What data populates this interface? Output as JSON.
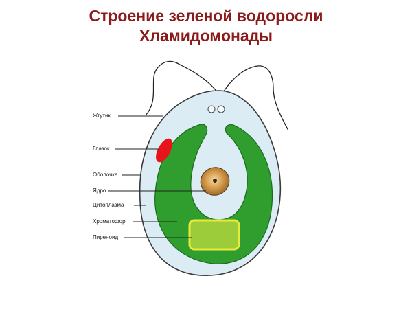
{
  "title": {
    "line1": "Строение зеленой водоросли",
    "line2": "Хламидомонады"
  },
  "labels": {
    "flagella": "Жгутик",
    "eyespot": "Глазок",
    "membrane": "Оболочка",
    "nucleus": "Ядро",
    "cytoplasm": "Цитоплазма",
    "chromatophore": "Хроматофор",
    "pyrenoid": "Пиреноид"
  },
  "colors": {
    "title": "#8b1a1a",
    "cell_fill": "#dcecf4",
    "chromatophore": "#2f9e2f",
    "eyespot": "#e8141a",
    "nucleus": "#c98a3e",
    "pyrenoid_fill": "#9ccc3a",
    "pyrenoid_border": "#e8ea3a"
  }
}
